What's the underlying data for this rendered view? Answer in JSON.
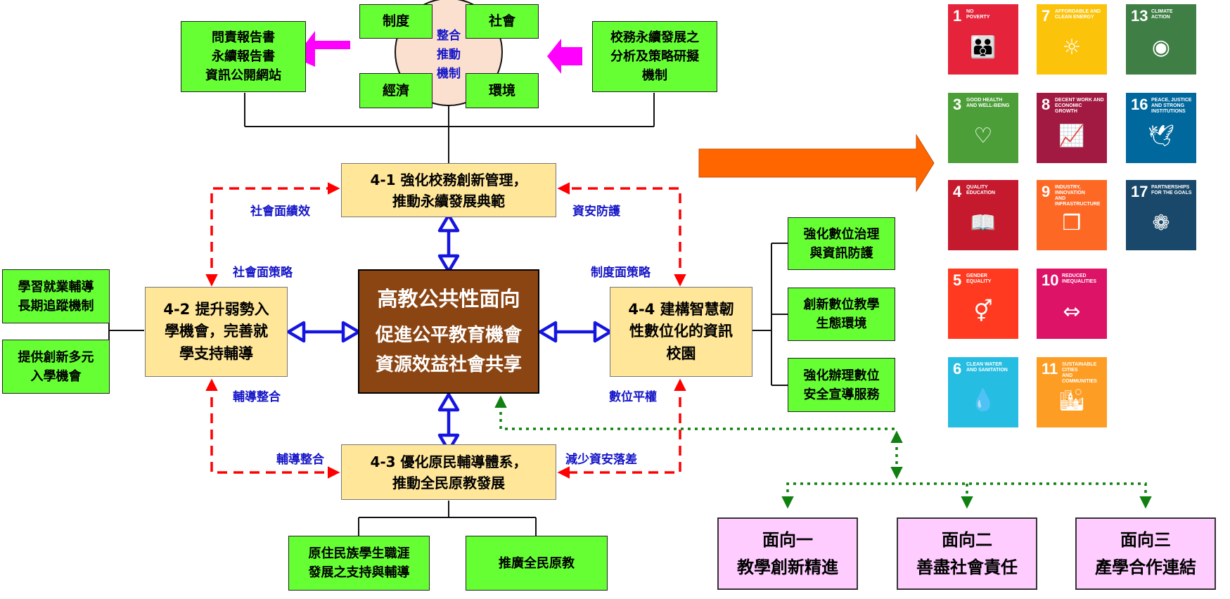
{
  "top_pillars": {
    "center": "整合\n推動\n機制",
    "institution": "制度",
    "society": "社會",
    "economy": "經濟",
    "environment": "環境"
  },
  "top_left_box": "問責報告書\n永續報告書\n資訊公開網站",
  "top_right_box": "校務永續發展之\n分析及策略研擬\n機制",
  "core": {
    "line1": "高教公共性面向",
    "line2": "促進公平教育機會",
    "line3": "資源效益社會共享"
  },
  "strategies": {
    "s41": "4-1 強化校務創新管理，\n推動永續發展典範",
    "s42": "4-2 提升弱勢入\n學機會，完善就\n學支持輔導",
    "s43": "4-3 優化原民輔導體系，\n推動全民原教發展",
    "s44": "4-4 建構智慧韌\n性數位化的資訊\n校園"
  },
  "left_boxes": [
    "學習就業輔導\n長期追蹤機制",
    "提供創新多元\n入學機會"
  ],
  "right_boxes": [
    "強化數位治理\n與資訊防護",
    "創新數位教學\n生態環境",
    "強化辦理數位\n安全宣導服務"
  ],
  "bottom_boxes": [
    "原住民族學生職涯\n發展之支持與輔導",
    "推廣全民原教"
  ],
  "link_labels": {
    "social_performance": "社會面績效",
    "info_security": "資安防護",
    "social_strategy": "社會面策略",
    "institution_strategy": "制度面策略",
    "counsel_integration_left": "輔導整合",
    "digital_equity": "數位平權",
    "counsel_integration_bottom": "輔導整合",
    "reduce_security_gap": "減少資安落差"
  },
  "facets": [
    "面向一\n教學創新精進",
    "面向二\n善盡社會責任",
    "面向三\n產學合作連結"
  ],
  "sdgs": [
    {
      "num": "1",
      "name": "NO\nPOVERTY",
      "color": "#e5243b",
      "icon": "people-icon",
      "glyph": "👪"
    },
    {
      "num": "7",
      "name": "AFFORDABLE AND\nCLEAN ENERGY",
      "color": "#fcc30b",
      "icon": "sun-icon",
      "glyph": "☼"
    },
    {
      "num": "13",
      "name": "CLIMATE\nACTION",
      "color": "#3f7e44",
      "icon": "eye-globe-icon",
      "glyph": "◉"
    },
    {
      "num": "3",
      "name": "GOOD HEALTH\nAND WELL-BEING",
      "color": "#4c9f38",
      "icon": "heartbeat-icon",
      "glyph": "♡"
    },
    {
      "num": "8",
      "name": "DECENT WORK AND\nECONOMIC GROWTH",
      "color": "#a21942",
      "icon": "growth-chart-icon",
      "glyph": "📈"
    },
    {
      "num": "16",
      "name": "PEACE, JUSTICE\nAND STRONG\nINSTITUTIONS",
      "color": "#00689d",
      "icon": "dove-icon",
      "glyph": "🕊"
    },
    {
      "num": "4",
      "name": "QUALITY\nEDUCATION",
      "color": "#c5192d",
      "icon": "book-icon",
      "glyph": "📖"
    },
    {
      "num": "9",
      "name": "INDUSTRY, INNOVATION\nAND INFRASTRUCTURE",
      "color": "#fd6925",
      "icon": "cubes-icon",
      "glyph": "❒"
    },
    {
      "num": "17",
      "name": "PARTNERSHIPS\nFOR THE GOALS",
      "color": "#19486a",
      "icon": "rings-icon",
      "glyph": "❁"
    },
    {
      "num": "5",
      "name": "GENDER\nEQUALITY",
      "color": "#ff3a21",
      "icon": "gender-icon",
      "glyph": "⚥"
    },
    {
      "num": "10",
      "name": "REDUCED\nINEQUALITIES",
      "color": "#dd1367",
      "icon": "equal-arrows-icon",
      "glyph": "⇔"
    },
    {
      "num": "6",
      "name": "CLEAN WATER\nAND SANITATION",
      "color": "#26bde2",
      "icon": "water-drop-icon",
      "glyph": "💧"
    },
    {
      "num": "11",
      "name": "SUSTAINABLE CITIES\nAND COMMUNITIES",
      "color": "#fd9d24",
      "icon": "city-icon",
      "glyph": "🏙"
    }
  ],
  "colors": {
    "green_box": "#66ff33",
    "yellow_box": "#ffe699",
    "pink_box": "#ffccff",
    "core_box": "#8b4513",
    "red_dashed": "#ff0000",
    "blue_arrow": "#1515e0",
    "green_dotted": "#108010",
    "magenta_arrow": "#ff00ff",
    "orange_arrow": "#ff6600",
    "label_blue": "#1515c8"
  }
}
